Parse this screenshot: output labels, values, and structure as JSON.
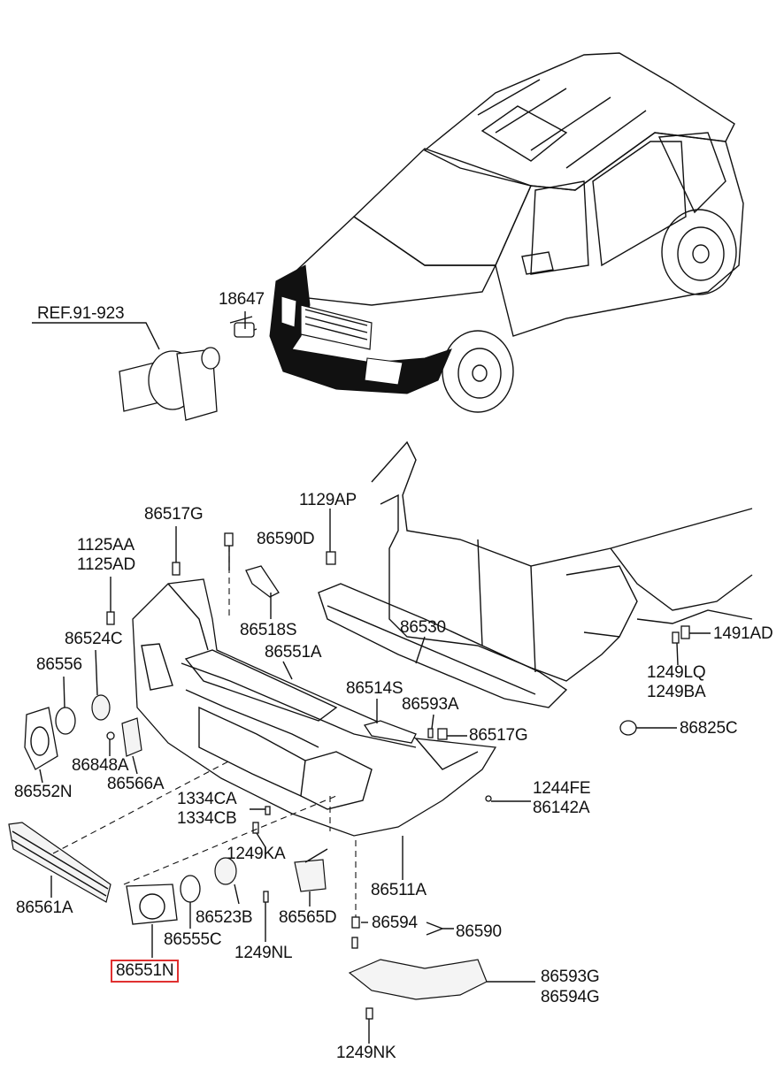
{
  "labels": {
    "ref_91_923": "REF.91-923",
    "p18647": "18647",
    "p1129AP": "1129AP",
    "p86517G_a": "86517G",
    "p86590D": "86590D",
    "p1125AA": "1125AA",
    "p1125AD": "1125AD",
    "p86524C": "86524C",
    "p86518S": "86518S",
    "p86530": "86530",
    "p1491AD": "1491AD",
    "p86556": "86556",
    "p86551A": "86551A",
    "p1249LQ": "1249LQ",
    "p1249BA": "1249BA",
    "p86514S": "86514S",
    "p86593A": "86593A",
    "p86517G_b": "86517G",
    "p86825C": "86825C",
    "p86848A": "86848A",
    "p86566A": "86566A",
    "p86552N": "86552N",
    "p1244FE": "1244FE",
    "p86142A": "86142A",
    "p1334CA": "1334CA",
    "p1334CB": "1334CB",
    "p1249KA": "1249KA",
    "p86511A": "86511A",
    "p86561A": "86561A",
    "p86523B": "86523B",
    "p86565D": "86565D",
    "p86594": "86594",
    "p86590": "86590",
    "p86555C": "86555C",
    "p1249NL": "1249NL",
    "p86551N": "86551N",
    "p86593G": "86593G",
    "p86594G": "86594G",
    "p1249NK": "1249NK"
  },
  "highlight_color": "#e03030"
}
